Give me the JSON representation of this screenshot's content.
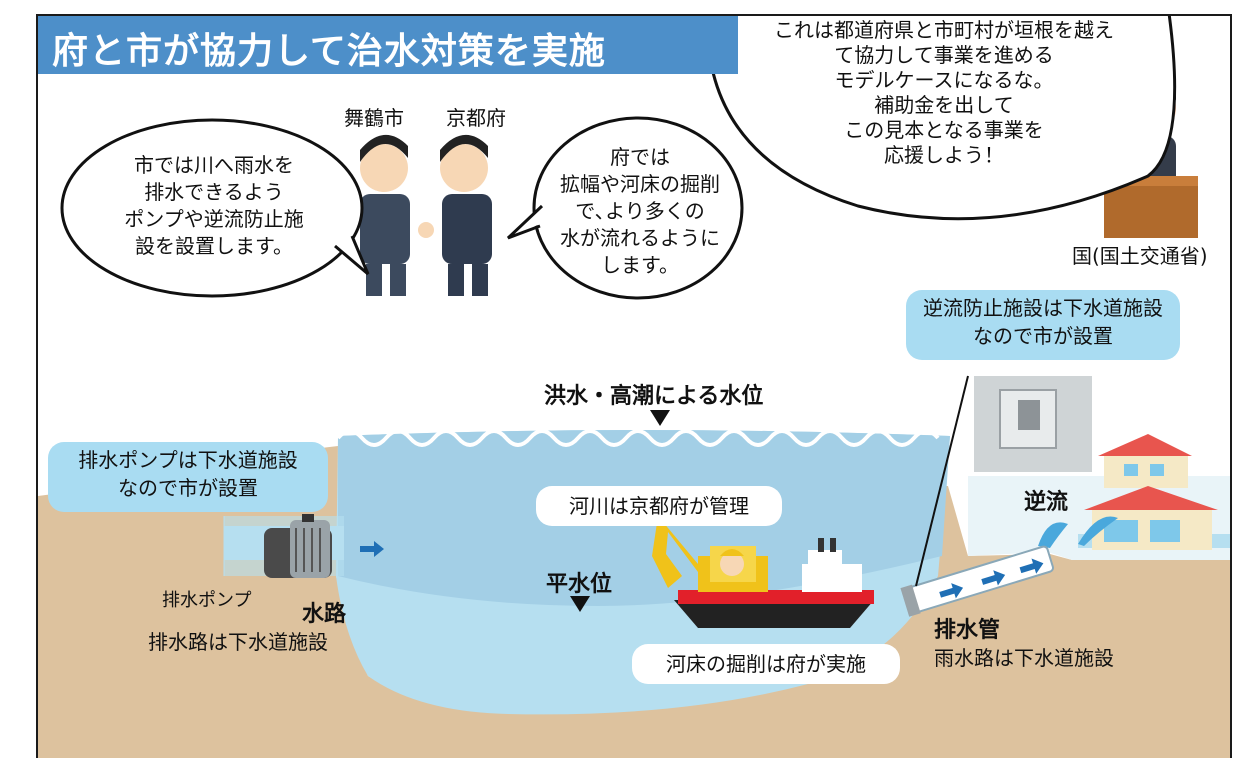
{
  "title": "府と市が協力して治水対策を実施",
  "speech_city": [
    "市では川へ雨水を",
    "排水できるよう",
    "ポンプや逆流防止施",
    "設を設置します。"
  ],
  "speech_pref": [
    "府では",
    "拡幅や河床の掘削",
    "で､より多くの",
    "水が流れるように",
    "します。"
  ],
  "speech_nation": [
    "これは都道府県と市町村が垣根を越え",
    "て協力して事業を進める",
    "モデルケースになるな。",
    "補助金を出して",
    "この見本となる事業を",
    "応援しよう！"
  ],
  "label_maizuru": "舞鶴市",
  "label_kyoto": "京都府",
  "label_nation": "国(国土交通省)",
  "box_backflow": [
    "逆流防止施設は下水道施設",
    "なので市が設置"
  ],
  "box_pump": [
    "排水ポンプは下水道施設",
    "なので市が設置"
  ],
  "label_flood": "洪水・高潮による水位",
  "box_river": "河川は京都府が管理",
  "label_normal": "平水位",
  "box_riverbed": "河床の掘削は府が実施",
  "label_pump": "排水ポンプ",
  "label_channel": "水路",
  "label_channel_note": "排水路は下水道施設",
  "label_drainpipe": "排水管",
  "label_drainpipe_note": "雨水路は下水道施設",
  "label_backflow": "逆流",
  "colors": {
    "title_bar": "#4d8fc9",
    "water": "#a8d8ef",
    "soil": "#ddc29e",
    "callout": "#a9dcf2"
  }
}
